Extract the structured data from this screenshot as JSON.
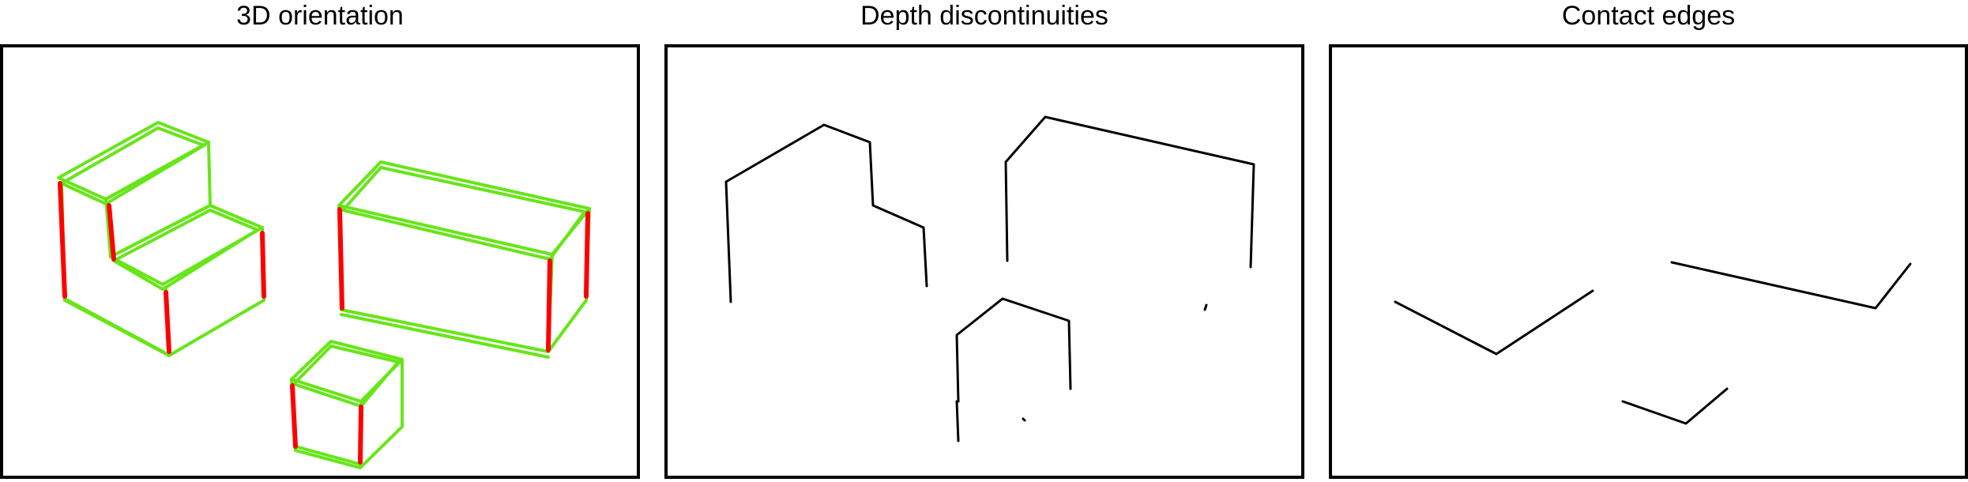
{
  "panels": [
    {
      "title": "3D orientation"
    },
    {
      "title": "Depth discontinuities"
    },
    {
      "title": "Contact edges"
    }
  ],
  "colors": {
    "background": "#ffffff",
    "frame": "#000000",
    "orientation_edge": "#66e617",
    "vertical_edge": "#ff0000",
    "line_edge": "#000000"
  }
}
